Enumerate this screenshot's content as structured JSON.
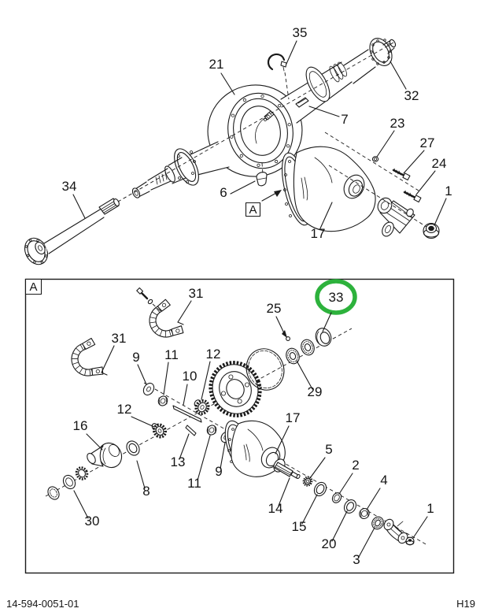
{
  "colors": {
    "line": "#1a1a1a",
    "background": "#ffffff",
    "highlight_green": "#2db23c"
  },
  "top_view": {
    "detail_marker": "A",
    "callouts": {
      "breather": "35",
      "housing": "21",
      "hub_flange": "32",
      "clip": "7",
      "stud_nut": "23",
      "bolt_upper": "27",
      "bolt_lower": "24",
      "yoke_nut": "1",
      "plug": "6",
      "axle_shaft": "34",
      "carrier": "17"
    }
  },
  "detail_view": {
    "frame_label": "A",
    "highlight": {
      "label": "33",
      "color": "#2db23c"
    },
    "callouts": {
      "cap_top": "31",
      "cap_left": "31",
      "washer_left": "9",
      "nut_top": "11",
      "cross_shaft": "10",
      "pinion_gear": "12",
      "side_gear": "12",
      "diff_case": "16",
      "lock_pin": "13",
      "thrust_washer": "8",
      "nut_bottom": "11",
      "washer_bottom": "9",
      "rings": "30",
      "rivet": "25",
      "bearing": "29",
      "carrier": "17",
      "drive_pinion": "14",
      "pinion_washer": "5",
      "pinion_bearing": "15",
      "spacer": "2",
      "outer_washer": "20",
      "outer_nut": "4",
      "seal": "3",
      "yoke_nut": "1"
    }
  },
  "footer": {
    "doc_number": "14-594-0051-01",
    "page_ref": "H19"
  }
}
